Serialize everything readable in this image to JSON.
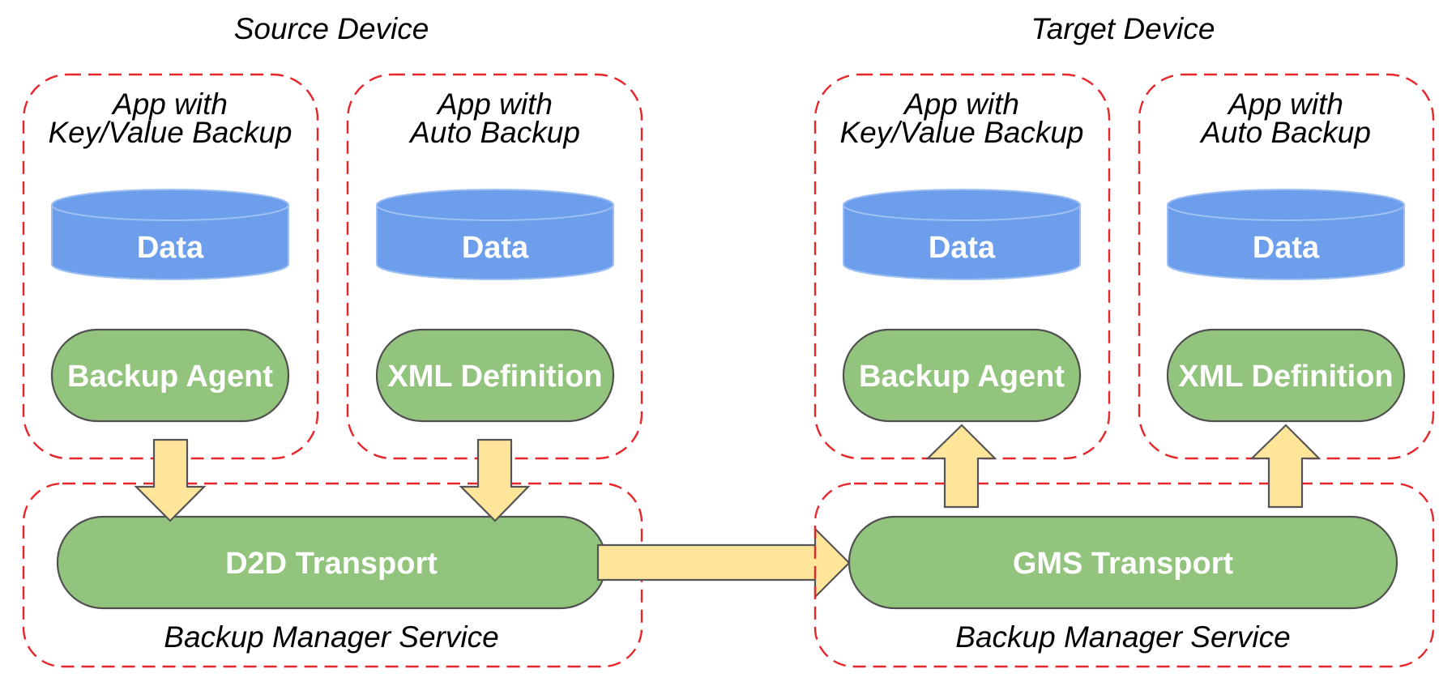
{
  "colors": {
    "dashed_border": "#e8262a",
    "green_fill": "#93c47d",
    "green_stroke": "#505050",
    "data_fill": "#6d9eeb",
    "data_stroke": "#9ec0f2",
    "arrow_fill": "#ffe599",
    "label_text": "#ffffff"
  },
  "source": {
    "title": "Source Device",
    "kv_app": {
      "title_line1": "App with",
      "title_line2": "Key/Value Backup",
      "data_label": "Data",
      "component_label": "Backup Agent"
    },
    "auto_app": {
      "title_line1": "App with",
      "title_line2": "Auto Backup",
      "data_label": "Data",
      "component_label": "XML Definition"
    },
    "manager": {
      "transport_label": "D2D Transport",
      "service_label": "Backup Manager Service"
    }
  },
  "target": {
    "title": "Target Device",
    "kv_app": {
      "title_line1": "App with",
      "title_line2": "Key/Value Backup",
      "data_label": "Data",
      "component_label": "Backup Agent"
    },
    "auto_app": {
      "title_line1": "App with",
      "title_line2": "Auto Backup",
      "data_label": "Data",
      "component_label": "XML Definition"
    },
    "manager": {
      "transport_label": "GMS Transport",
      "service_label": "Backup Manager Service"
    }
  }
}
